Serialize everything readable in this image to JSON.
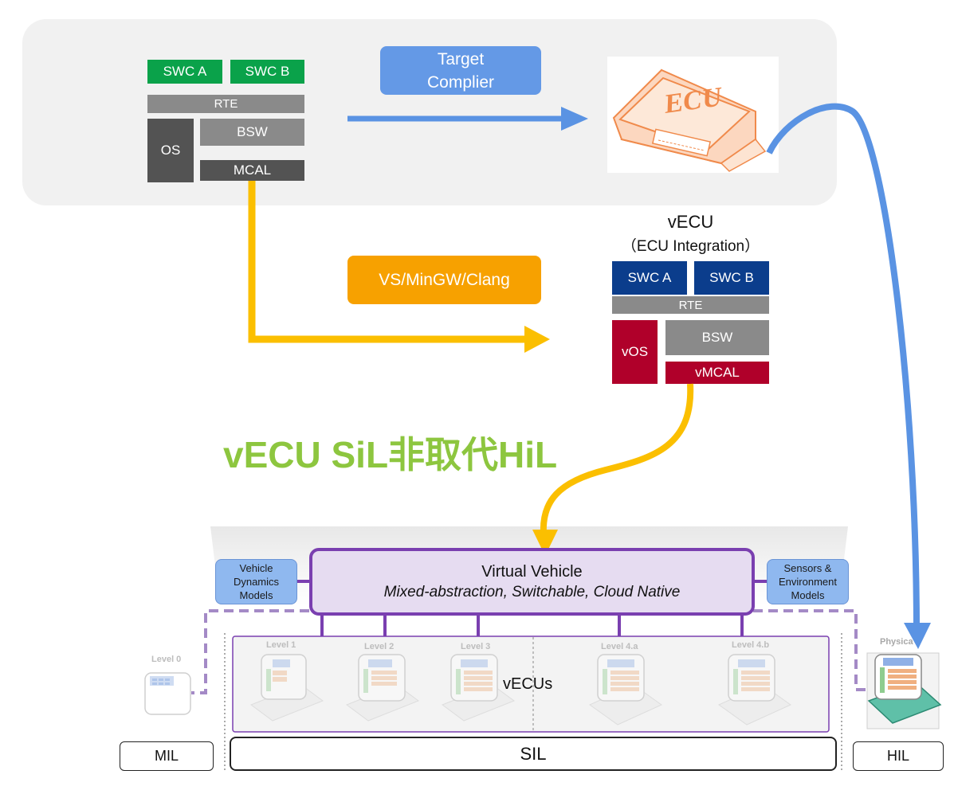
{
  "top_stack": {
    "swc_a": "SWC A",
    "swc_b": "SWC B",
    "rte": "RTE",
    "os": "OS",
    "bsw": "BSW",
    "mcal": "MCAL"
  },
  "target_compiler": {
    "line1": "Target",
    "line2": "Complier"
  },
  "ecu_label": "ECU",
  "vecu": {
    "title": "vECU",
    "subtitle": "（ECU Integration）",
    "swc_a": "SWC A",
    "swc_b": "SWC B",
    "rte": "RTE",
    "vos": "vOS",
    "bsw": "BSW",
    "vmcal": "vMCAL"
  },
  "toolchain": "VS/MinGW/Clang",
  "headline": "vECU SiL非取代HiL",
  "virtual_vehicle": {
    "title": "Virtual Vehicle",
    "subtitle": "Mixed-abstraction, Switchable, Cloud Native"
  },
  "left_model": {
    "line1": "Vehicle",
    "line2": "Dynamics",
    "line3": "Models"
  },
  "right_model": {
    "line1": "Sensors &",
    "line2": "Environment",
    "line3": "Models"
  },
  "levels": {
    "l0": "Level 0",
    "l1": "Level 1",
    "l2": "Level 2",
    "l3": "Level 3",
    "l4a": "Level 4.a",
    "l4b": "Level 4.b",
    "physical": "Physica"
  },
  "vecus_label": "vECUs",
  "bottom_tags": {
    "mil": "MIL",
    "sil": "SIL",
    "hil": "HIL"
  },
  "colors": {
    "green": "#0aa24a",
    "navy": "#0b3d8c",
    "red": "#b0002a",
    "blue_arrow": "#5a93e3",
    "yellow_arrow": "#fbbf00",
    "purple": "#7a3fb0",
    "headline": "#8dc63f"
  }
}
